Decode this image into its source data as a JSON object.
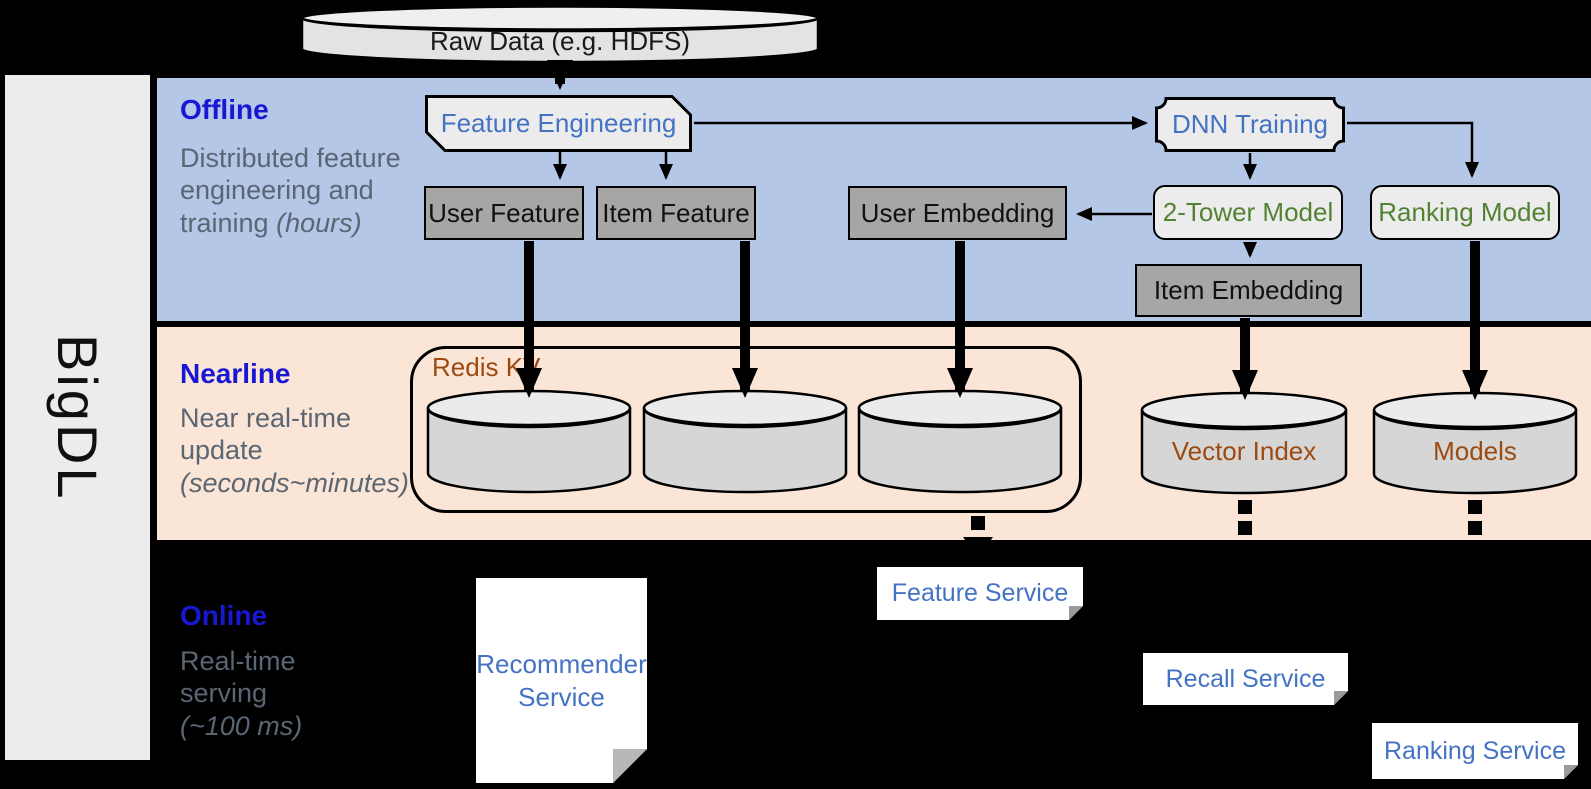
{
  "brand": "BigDL",
  "raw_data_label": "Raw Data (e.g. HDFS)",
  "bands": {
    "offline": {
      "title": "Offline",
      "desc": "Distributed feature engineering and training",
      "note": "(hours)"
    },
    "nearline": {
      "title": "Nearline",
      "desc": "Near real-time update",
      "note": "(seconds~minutes)"
    },
    "online": {
      "title": "Online",
      "desc": "Real-time serving",
      "note": "(~100 ms)"
    }
  },
  "nodes": {
    "feature_engineering": "Feature Engineering",
    "dnn_training": "DNN Training",
    "user_feature": "User Feature",
    "item_feature": "Item Feature",
    "user_embedding": "User Embedding",
    "two_tower_model": "2-Tower Model",
    "ranking_model": "Ranking Model",
    "item_embedding": "Item Embedding",
    "redis_kv": "Redis KV",
    "vector_index": "Vector Index",
    "models": "Models",
    "recommender_service": "Recommender Service",
    "feature_service": "Feature Service",
    "recall_service": "Recall Service",
    "ranking_service": "Ranking Service"
  },
  "colors": {
    "background": "#000000",
    "band_offline": "#b4c7e7",
    "band_nearline": "#fbe5d6",
    "sidebar_gray": "#ececec",
    "heading_blue": "#1717d4",
    "desc_gray": "#5a6673",
    "node_blue_text": "#4472c4",
    "node_green_text": "#548235",
    "store_brown_text": "#9c4a10",
    "gray_box_fill": "#a6a6a6",
    "light_box_fill": "#ececec"
  }
}
